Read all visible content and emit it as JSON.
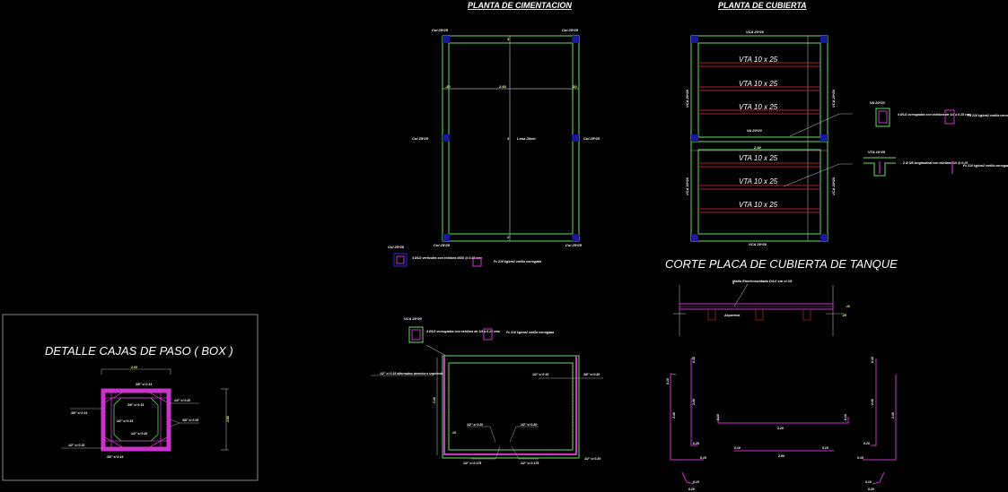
{
  "titles": {
    "cimentacion": "PLANTA DE CIMENTACION",
    "cubierta": "PLANTA DE CUBIERTA",
    "corte_placa": "CORTE PLACA DE CUBIERTA DE TANQUE",
    "cajas_paso": "DETALLE CAJAS DE PASO ( BOX )"
  },
  "cimentacion": {
    "col_tl": "Col 25*25",
    "col_tr": "Col 25*25",
    "col_ml": "Col 25*25",
    "col_mr": "Col 25*25",
    "col_bl": "Col 25*25",
    "col_br": "Col 25*25",
    "col_legend": "Col 25*25",
    "dim_top_mid": "2.60",
    "dim_side_left": ".30",
    "dim_side_right": ".30",
    "losa": "Losa 20cm",
    "col_note": "4 Ø1/2 verticales con estribos Ø3/8 @ 0.15 cms",
    "col_note2": "Fc 210 kg/cm2 varilla corrugada"
  },
  "cubierta": {
    "vigas": [
      "VTA 10 x 25",
      "VTA 10 x 25",
      "VTA 10 x 25",
      "VTA 10 x 25",
      "VTA 10 x 25",
      "VTA 10 x 25"
    ],
    "vca_top": "VCA 20*20",
    "vca_bottom": "VCA 20*20",
    "vca_mid": "VA 20*20",
    "vca_left_top": "VCA 20*20",
    "vca_right_top": "VCA 20*20",
    "vca_left_bot": "VCA 20*20",
    "vca_right_bot": "VCA 20*20",
    "dim_mid": "2.60",
    "detail_va": "VA 20*20",
    "detail_va_note": "4 Ø1/2 corrugadas con estribos de 1/4 a 0.15 cms",
    "detail_va_note2": "Fc 210 kg/cm2 varilla corrugada",
    "detail_vta": "VTA 10*25",
    "detail_vta_note": "2 Ø 3/8 longitudinal con estribos 1/4 @ 0.15",
    "detail_vta_note2": "Fc 210 kg/cm2 varilla corrugada"
  },
  "corte": {
    "malla": "Malla Electrosoldada D4.0 cm c/.15",
    "alqueria": "Alquerería",
    "dim_a": ".10",
    "dim_b": ".25"
  },
  "tanque": {
    "vca": "VCA 20*20",
    "vca_note": "4 Ø1/2 corrugadas con estribos de 1/4 a 0.15 cms",
    "note2": "Fc 210 kg/cm2 varilla corrugada",
    "note_left": "1/2\" c/ 0.15 alternados derecha e izquierda",
    "label_top_mid": "1/2\" c/ 0.15",
    "label_top_right": "3/8\" c/ 0.20",
    "label_bot_a": "1/2\" c/ 0.20",
    "label_bot_b": "1/2\" c/ 0.20",
    "label_bot_c": "1/2\" c/ 0.175",
    "label_bot_d": "1/2\" c/ 0.175",
    "label_bot_e": "1/2\" c/ 0.20",
    "dim_left": "2.40",
    "dim_corner": ".15"
  },
  "bars": {
    "l1": "0.10",
    "l2": "2.40",
    "l3": "0.20",
    "l4": "0.15",
    "mid_top": "3.20",
    "mid_bot": "2.90",
    "end1": "0.10",
    "end2": "0.10",
    "corner_a": "0.10",
    "corner_b": "0.20"
  },
  "box": {
    "width": "2.00",
    "height": "1.60",
    "l_top": "3/8\" c/ 0.14",
    "l_right1": "1/2\" c/ 0.20",
    "l_inner1": "3/8\" c/ 0.15",
    "l_left1": "3/8\" c/ 0.14",
    "l_inner2": "1/2\" c/ 0.15",
    "l_right2": "3/8\" c/ 0.15",
    "l_inner3": "1/2\" c/ 0.20",
    "l_left2": "1/2\" c/ 0.15",
    "l_bottom": "3/8\" c/ 0.14"
  },
  "colors": {
    "green": "#66dd66",
    "yellow": "#ffff80",
    "magenta": "#cc33cc",
    "red": "#aa2222",
    "blue": "#1a1a99",
    "gray": "#aaaaaa"
  }
}
